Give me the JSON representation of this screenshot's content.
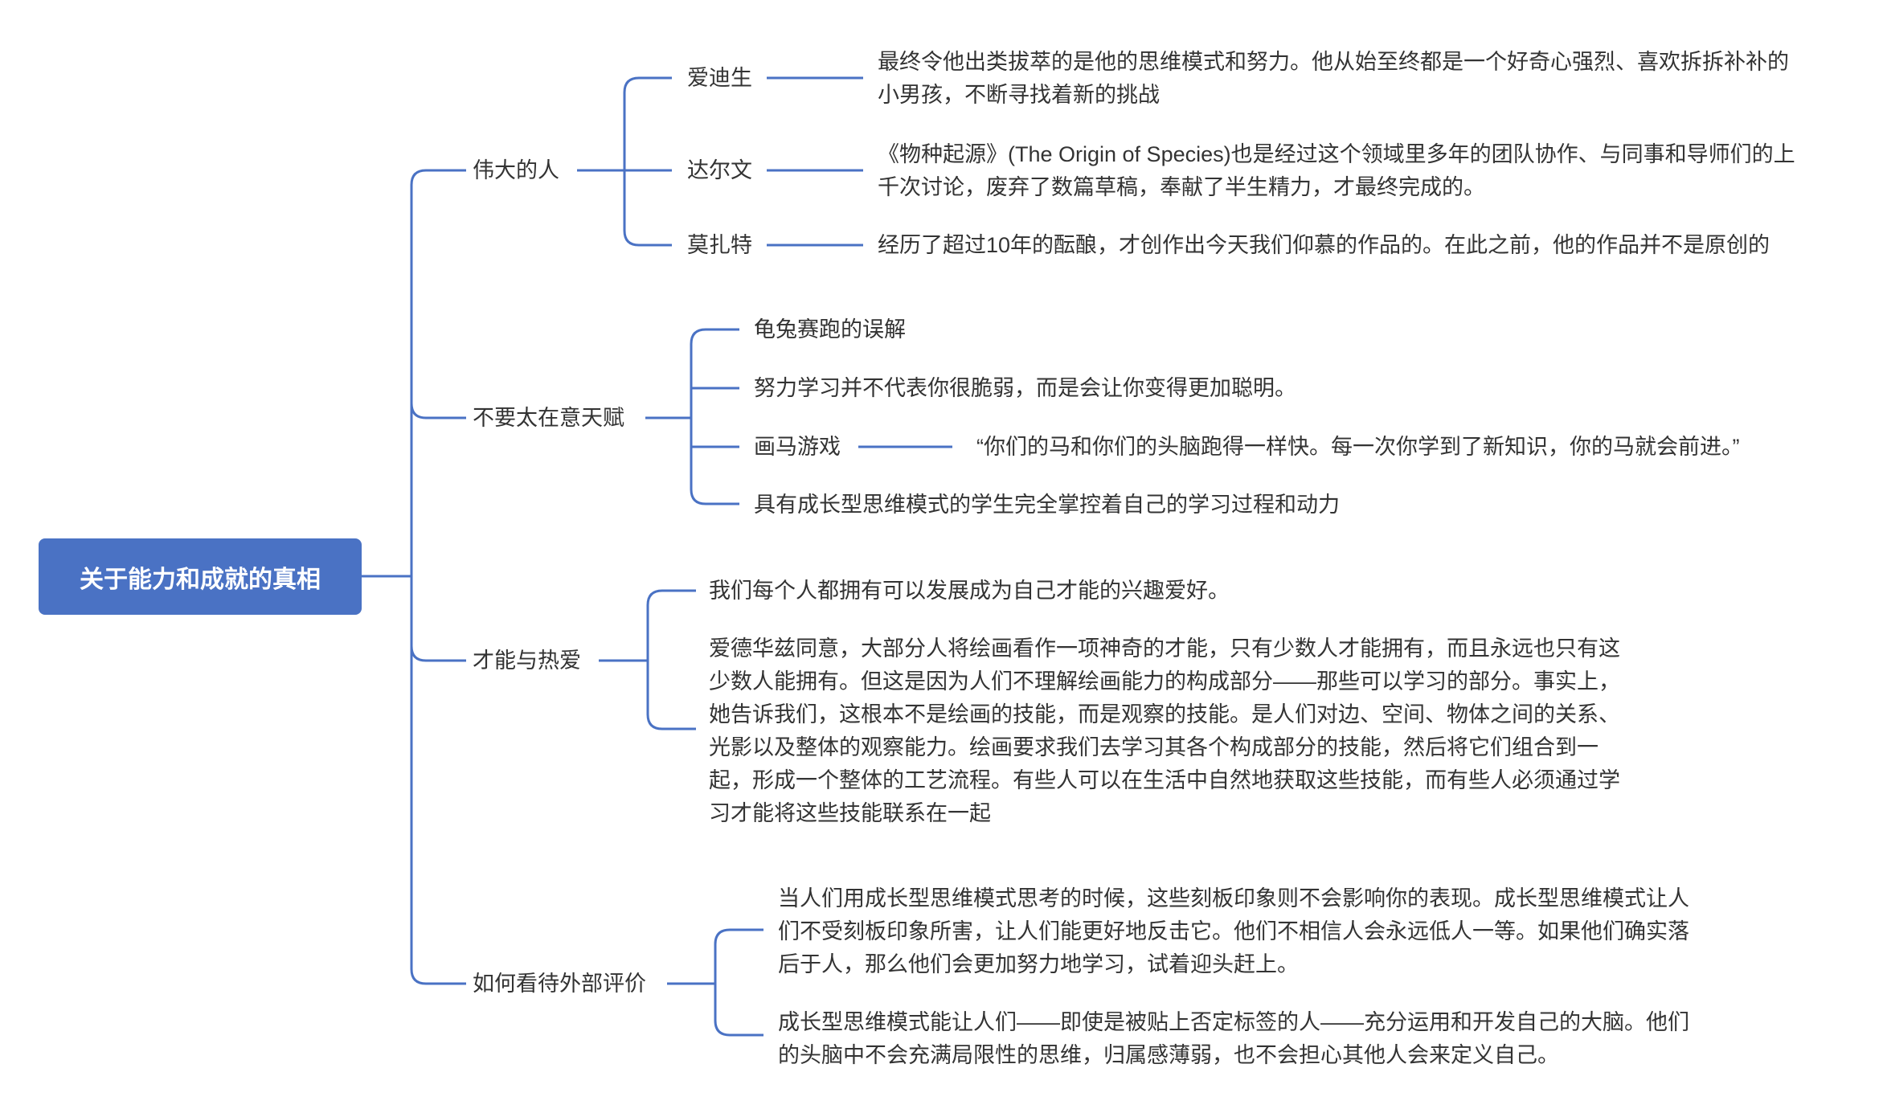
{
  "root": {
    "label": "关于能力和成就的真相",
    "color": "#4a72c4"
  },
  "branches": [
    {
      "label": "伟大的人",
      "children": [
        {
          "label": "爱迪生",
          "detail": [
            "最终令他出类拔萃的是他的思维模式和努力。他从始至终都是一个好奇心强烈、喜欢拆拆补补的",
            "小男孩，不断寻找着新的挑战"
          ]
        },
        {
          "label": "达尔文",
          "detail": [
            "《物种起源》(The Origin of Species)也是经过这个领域里多年的团队协作、与同事和导师们的上",
            "千次讨论，废弃了数篇草稿，奉献了半生精力，才最终完成的。"
          ]
        },
        {
          "label": "莫扎特",
          "detail": [
            "经历了超过10年的酝酿，才创作出今天我们仰慕的作品的。在此之前，他的作品并不是原创的"
          ]
        }
      ]
    },
    {
      "label": "不要太在意天赋",
      "children": [
        {
          "label": "龟兔赛跑的误解"
        },
        {
          "label": "努力学习并不代表你很脆弱，而是会让你变得更加聪明。"
        },
        {
          "label": "画马游戏",
          "detail": "“你们的马和你们的头脑跑得一样快。每一次你学到了新知识，你的马就会前进。”"
        },
        {
          "label": "具有成长型思维模式的学生完全掌控着自己的学习过程和动力"
        }
      ]
    },
    {
      "label": "才能与热爱",
      "children": [
        {
          "lines": [
            "我们每个人都拥有可以发展成为自己才能的兴趣爱好。"
          ]
        },
        {
          "lines": [
            "爱德华兹同意，大部分人将绘画看作一项神奇的才能，只有少数人才能拥有，而且永远也只有这",
            "少数人能拥有。但这是因为人们不理解绘画能力的构成部分——那些可以学习的部分。事实上，",
            "她告诉我们，这根本不是绘画的技能，而是观察的技能。是人们对边、空间、物体之间的关系、",
            "光影以及整体的观察能力。绘画要求我们去学习其各个构成部分的技能，然后将它们组合到一",
            "起，形成一个整体的工艺流程。有些人可以在生活中自然地获取这些技能，而有些人必须通过学",
            "习才能将这些技能联系在一起"
          ]
        }
      ]
    },
    {
      "label": "如何看待外部评价",
      "children": [
        {
          "lines": [
            "当人们用成长型思维模式思考的时候，这些刻板印象则不会影响你的表现。成长型思维模式让人",
            "们不受刻板印象所害，让人们能更好地反击它。他们不相信人会永远低人一等。如果他们确实落",
            "后于人，那么他们会更加努力地学习，试着迎头赶上。"
          ]
        },
        {
          "lines": [
            "成长型思维模式能让人们——即使是被贴上否定标签的人——充分运用和开发自己的大脑。他们",
            "的头脑中不会充满局限性的思维，归属感薄弱，也不会担心其他人会来定义自己。"
          ]
        }
      ]
    }
  ]
}
